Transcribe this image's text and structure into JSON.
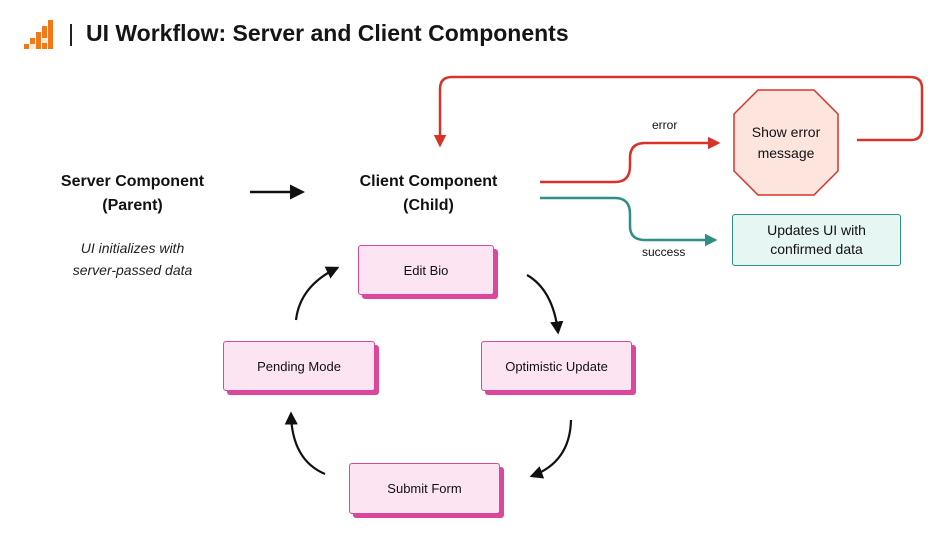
{
  "header": {
    "title": "UI Workflow: Server and Client Components",
    "logo_icon": "bar-chart-logo-icon"
  },
  "nodes": {
    "server_component": {
      "line1": "Server Component",
      "line2": "(Parent)"
    },
    "server_caption": {
      "line1": "UI initializes with",
      "line2": "server-passed data"
    },
    "client_component": {
      "line1": "Client Component",
      "line2": "(Child)"
    },
    "error_node": {
      "line1": "Show error",
      "line2": "message"
    },
    "success_node": {
      "line1": "Updates UI with",
      "line2": "confirmed data"
    }
  },
  "edges": {
    "error_label": "error",
    "success_label": "success"
  },
  "cycle": {
    "steps": [
      {
        "label": "Edit Bio"
      },
      {
        "label": "Optimistic Update"
      },
      {
        "label": "Submit Form"
      },
      {
        "label": "Pending Mode"
      }
    ]
  },
  "colors": {
    "accent_orange": "#f07a1a",
    "error_red": "#d6342a",
    "success_teal": "#2f8f86",
    "cycle_pink": "#d9489a"
  }
}
